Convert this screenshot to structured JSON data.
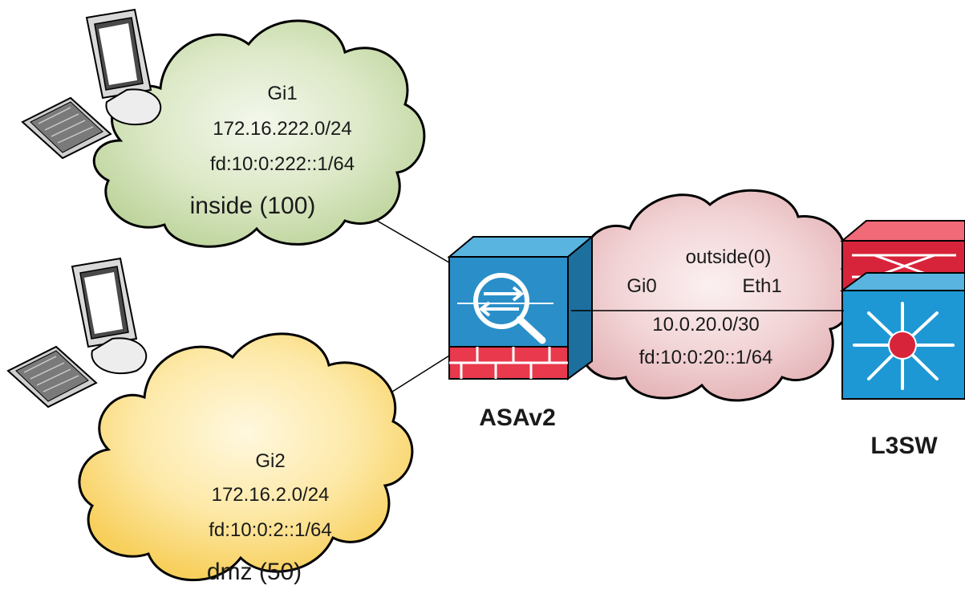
{
  "clouds": {
    "inside": {
      "interface": "Gi1",
      "ipv4": "172.16.222.0/24",
      "ipv6": "fd:10:0:222::1/64",
      "zone": "inside (100)",
      "color": "#c9dcab"
    },
    "dmz": {
      "interface": "Gi2",
      "ipv4": "172.16.2.0/24",
      "ipv6": "fd:10:0:2::1/64",
      "zone": "dmz (50)",
      "color": "#fbd679"
    },
    "outside": {
      "zone": "outside(0)",
      "asa_interface": "Gi0",
      "switch_interface": "Eth1",
      "ipv4": "10.0.20.0/30",
      "ipv6": "fd:10:0:20::1/64",
      "color": "#edc3c6"
    }
  },
  "devices": {
    "firewall": {
      "label": "ASAv2",
      "icon": "asa-firewall-icon",
      "color": "#2a8fc8"
    },
    "switch": {
      "label": "L3SW",
      "icon": "layer3-switch-icon",
      "color": "#1e98d4",
      "accent": "#d8243a"
    }
  },
  "hosts": [
    {
      "icon": "workstation-icon"
    },
    {
      "icon": "workstation-icon"
    }
  ]
}
